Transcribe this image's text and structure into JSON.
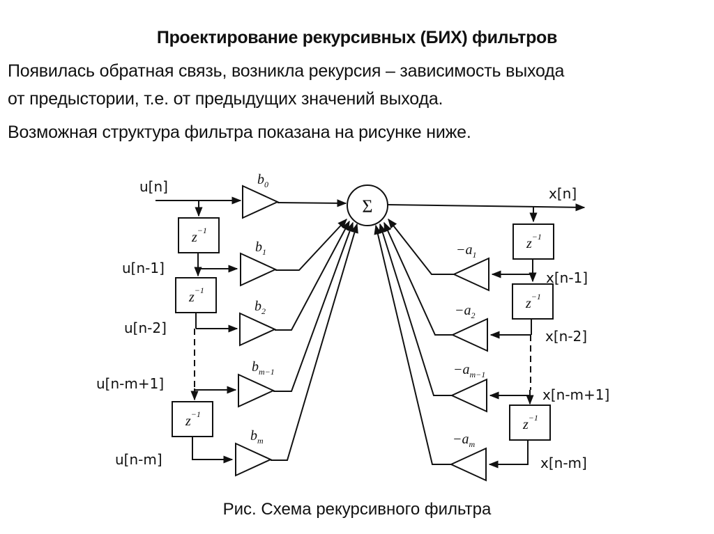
{
  "slide": {
    "title": "Проектирование рекурсивных (БИХ) фильтров",
    "paragraphs": [
      "Появилась обратная связь, возникла рекурсия – зависимость выхода",
      "от предыстории, т.е. от предыдущих значений выхода.",
      "Возможная структура фильтра показана на рисунке ниже."
    ],
    "caption": "Рис. Схема рекурсивного фильтра"
  },
  "diagram": {
    "sum_symbol": "Σ",
    "delay": {
      "base": "z",
      "exp": "−1"
    },
    "input_signals": [
      "u[n]",
      "u[n-1]",
      "u[n-2]",
      "u[n-m+1]",
      "u[n-m]"
    ],
    "output_signals": [
      "x[n]",
      "x[n-1]",
      "x[n-2]",
      "x[n-m+1]",
      "x[n-m]"
    ],
    "feedforward_coefficients": [
      {
        "base": "b",
        "sub": "0"
      },
      {
        "base": "b",
        "sub": "1"
      },
      {
        "base": "b",
        "sub": "2"
      },
      {
        "base": "b",
        "sub": "m−1"
      },
      {
        "base": "b",
        "sub": "m"
      }
    ],
    "feedback_coefficients": [
      {
        "base": "−a",
        "sub": "1"
      },
      {
        "base": "−a",
        "sub": "2"
      },
      {
        "base": "−a",
        "sub": "m−1"
      },
      {
        "base": "−a",
        "sub": "m"
      }
    ]
  }
}
